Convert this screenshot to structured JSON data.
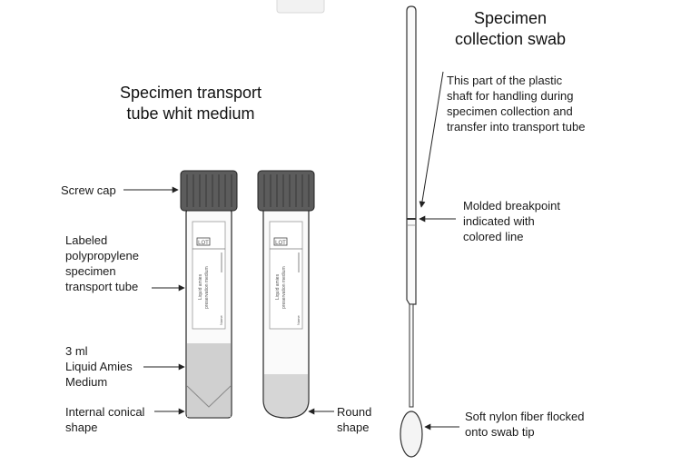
{
  "titles": {
    "transport_tube": "Specimen transport\ntube whit medium",
    "swab": "Specimen\ncollection swab"
  },
  "labels": {
    "screw_cap": "Screw cap",
    "labeled_tube": "Labeled\npolypropylene\nspecimen\ntransport tube",
    "medium": "3 ml\nLiquid Amies\nMedium",
    "conical": "Internal conical\nshape",
    "round": "Round\nshape",
    "shaft": "This part of the plastic\nshaft for handling  during\nspecimen collection and\ntransfer into transport tube",
    "breakpoint": "Molded breakpoint\nindicated with\ncolored line",
    "fiber": "Soft nylon fiber flocked\nonto swab tip"
  },
  "tube_label": {
    "logo": "LOT",
    "line1": "Liquid amies",
    "line2": "preservation medium",
    "name": "Name"
  },
  "colors": {
    "cap": "#5c5c5c",
    "medium": "#d0d0d0",
    "outline": "#333333"
  }
}
